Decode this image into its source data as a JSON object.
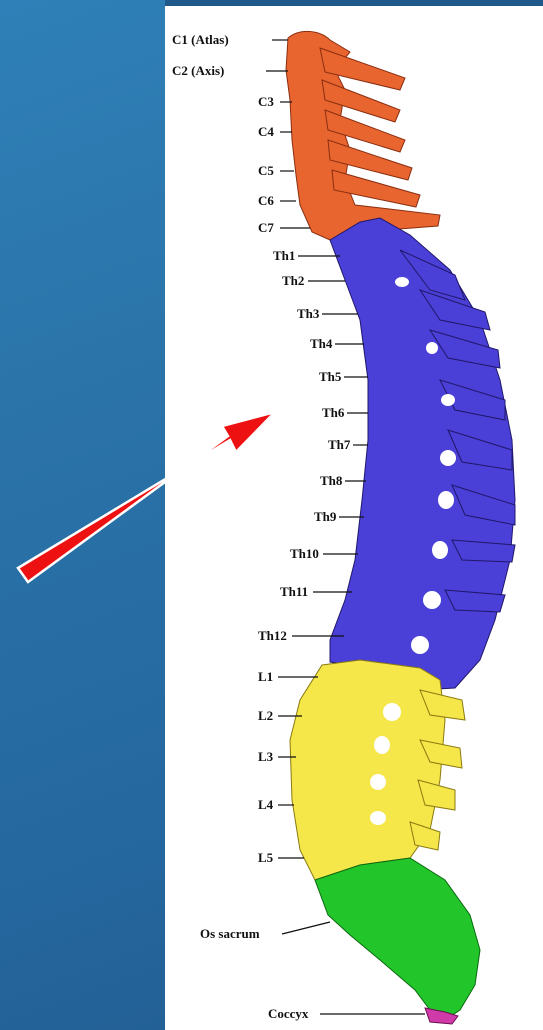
{
  "colors": {
    "background": "#2a73a8",
    "cervical": "#e8652f",
    "thoracic": "#4a3fd6",
    "lumbar": "#f5e64a",
    "sacrum": "#22c52a",
    "coccyx": "#d03aa8",
    "arrow": "#ee1111"
  },
  "labels": {
    "c1": "C1 (Atlas)",
    "c2": "C2 (Axis)",
    "c3": "C3",
    "c4": "C4",
    "c5": "C5",
    "c6": "C6",
    "c7": "C7",
    "th1": "Th1",
    "th2": "Th2",
    "th3": "Th3",
    "th4": "Th4",
    "th5": "Th5",
    "th6": "Th6",
    "th7": "Th7",
    "th8": "Th8",
    "th9": "Th9",
    "th10": "Th10",
    "th11": "Th11",
    "th12": "Th12",
    "l1": "L1",
    "l2": "L2",
    "l3": "L3",
    "l4": "L4",
    "l5": "L5",
    "sacrum": "Os sacrum",
    "coccyx": "Coccyx"
  }
}
